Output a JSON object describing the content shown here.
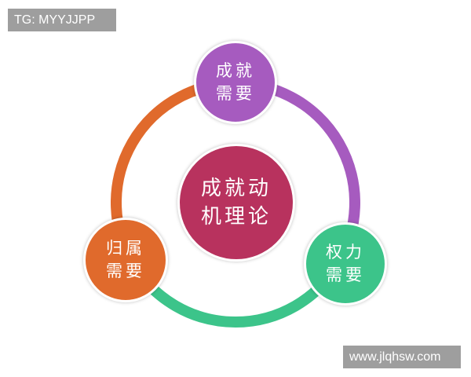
{
  "watermark_top": "TG: MYYJJPP",
  "watermark_bottom": "www.jlqhsw.com",
  "center": {
    "line1": "成就动",
    "line2": "机理论",
    "color": "#b8325e"
  },
  "nodes": {
    "achievement": {
      "line1": "成就",
      "line2": "需要",
      "color": "#a65bbf"
    },
    "affiliation": {
      "line1": "归属",
      "line2": "需要",
      "color": "#e06a2c"
    },
    "power": {
      "line1": "权力",
      "line2": "需要",
      "color": "#3cc48a"
    }
  },
  "ring_colors": {
    "left": "#e06a2c",
    "right": "#a65bbf",
    "bottom": "#3cc48a"
  }
}
